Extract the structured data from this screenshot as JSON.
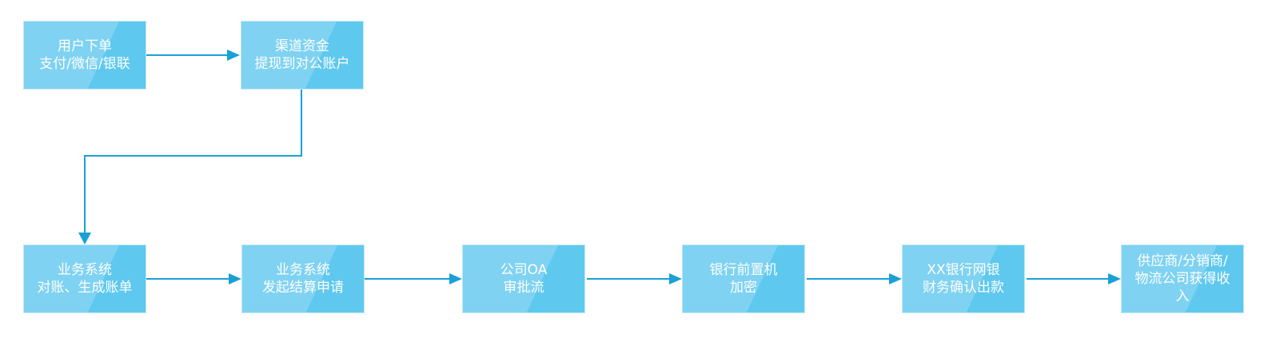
{
  "diagram": {
    "type": "flowchart",
    "colors": {
      "node_fill_light": "#7fd2f2",
      "node_fill_dark": "#5fc8ef",
      "node_border": "#bfe8f8",
      "node_text": "#ffffff",
      "edge": "#1aa0d8",
      "background": "#ffffff"
    },
    "nodes": [
      {
        "id": "n1",
        "lines": [
          "用户下单",
          "支付/微信/银联"
        ]
      },
      {
        "id": "n2",
        "lines": [
          "渠道资金",
          "提现到对公账户"
        ]
      },
      {
        "id": "n3",
        "lines": [
          "业务系统",
          "对账、生成账单"
        ]
      },
      {
        "id": "n4",
        "lines": [
          "业务系统",
          "发起结算申请"
        ]
      },
      {
        "id": "n5",
        "lines": [
          "公司OA",
          "审批流"
        ]
      },
      {
        "id": "n6",
        "lines": [
          "银行前置机",
          "加密"
        ]
      },
      {
        "id": "n7",
        "lines": [
          "XX银行网银",
          "财务确认出款"
        ]
      },
      {
        "id": "n8",
        "lines": [
          "供应商/分销商/",
          "物流公司获得收",
          "入"
        ]
      }
    ],
    "edges": [
      {
        "from": "n1",
        "to": "n2"
      },
      {
        "from": "n2",
        "to": "n3"
      },
      {
        "from": "n3",
        "to": "n4"
      },
      {
        "from": "n4",
        "to": "n5"
      },
      {
        "from": "n5",
        "to": "n6"
      },
      {
        "from": "n6",
        "to": "n7"
      },
      {
        "from": "n7",
        "to": "n8"
      }
    ]
  }
}
